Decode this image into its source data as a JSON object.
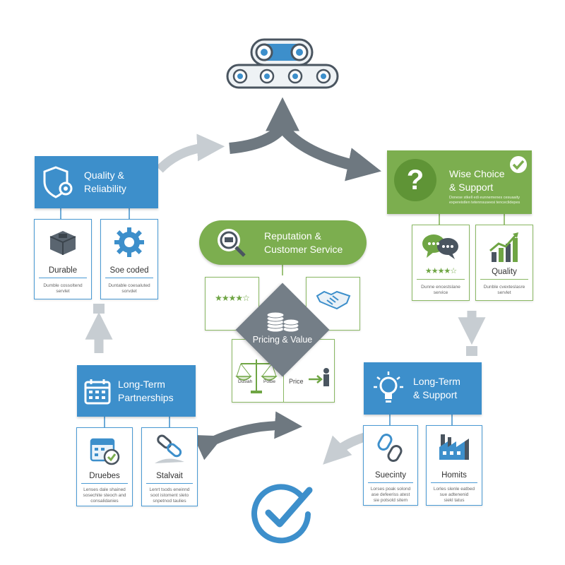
{
  "diagram": {
    "quality": {
      "title": "Quality &\nReliability",
      "cards": [
        {
          "label": "Durable",
          "sub": "Dumble cossoltend\nservlet"
        },
        {
          "label": "Soe coded",
          "sub": "Duntable coesaluted\nsorvdet"
        }
      ]
    },
    "wise": {
      "title": "Wise Choice\n& Support",
      "subtitle": "Donese stkell edi eunnemenes cesuaaity\nexpereistlen tetennsuseesi tenceclidepes",
      "cards": [
        {
          "label": "",
          "sub": "Dunne encestslane\nservice"
        },
        {
          "label": "Quality",
          "sub": "Dunble cvexteslasre\nservlet"
        }
      ]
    },
    "reputation": {
      "title": "Reputation &\nCustomer Service",
      "pricing": "Pricing & Value",
      "price_tag": "Price",
      "scale_left": "Dusiah",
      "scale_right": "Potbe"
    },
    "longterm_left": {
      "title": "Long-Term\nPartnerships",
      "cards": [
        {
          "label": "Druebes",
          "sub": "Lenses dale shained\nsosechite steoch and\nconsalidanies"
        },
        {
          "label": "Stalvait",
          "sub": "Lenrt tsods eneinnd\nsoot istoment sleto\nsnpetnod taulies"
        }
      ]
    },
    "longterm_right": {
      "title": "Long-Term\n& Support",
      "cards": [
        {
          "label": "Suecinty",
          "sub": "Lorses poak solond\nase defeeriss atest\nsie potsold sitem"
        },
        {
          "label": "Homits",
          "sub": "Lorles slenle eatbed\nsue adtenenid\nsiekl tatus"
        }
      ]
    },
    "colors": {
      "blue": "#3d8fcb",
      "green": "#7cae4f",
      "gray_arrow": "#707a82",
      "light_arrow": "#c7cdd2"
    },
    "icons": [
      "conveyor-icon",
      "shield-gear-icon",
      "block-icon",
      "gear-icon",
      "question-icon",
      "checkmark-icon",
      "speech-bubbles-icon",
      "growth-chart-icon",
      "search-chat-icon",
      "handshake-icon",
      "coins-icon",
      "scales-icon",
      "person-arrow-icon",
      "calendar-icon",
      "calendar-check-icon",
      "chain-icon",
      "lightbulb-icon",
      "chain-link-icon",
      "factory-icon",
      "check-circle-icon",
      "stars-icon"
    ]
  }
}
